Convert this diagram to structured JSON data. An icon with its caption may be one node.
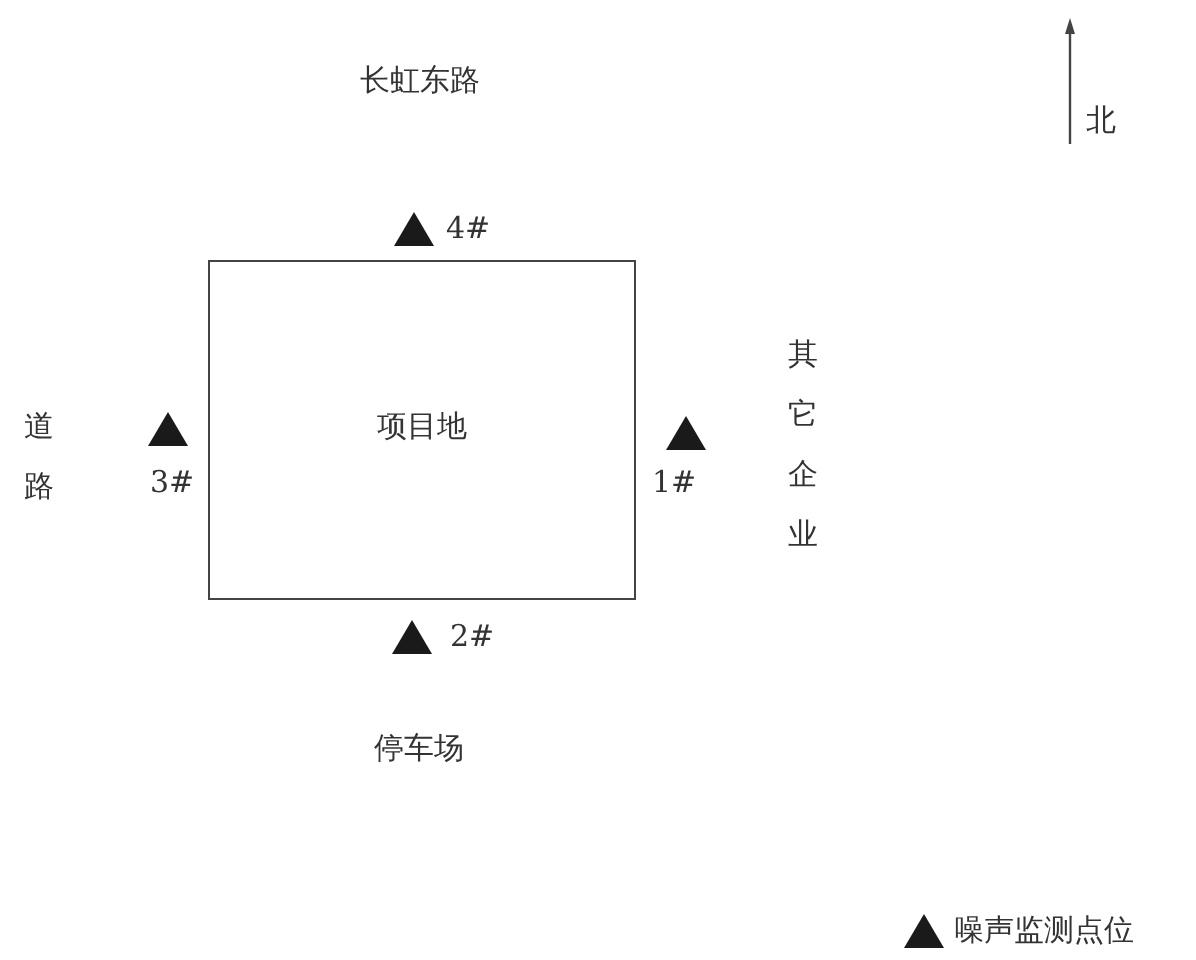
{
  "diagram": {
    "nodes": [
      {
        "text": [
          "项目地"
        ]
      }
    ],
    "labels": [
      "长虹东路",
      "北",
      "4#",
      "其它企业",
      "道路",
      "3#",
      "1#",
      "2#",
      "停车场"
    ],
    "legend": [
      {
        "text": "噪声监测点位"
      }
    ]
  }
}
